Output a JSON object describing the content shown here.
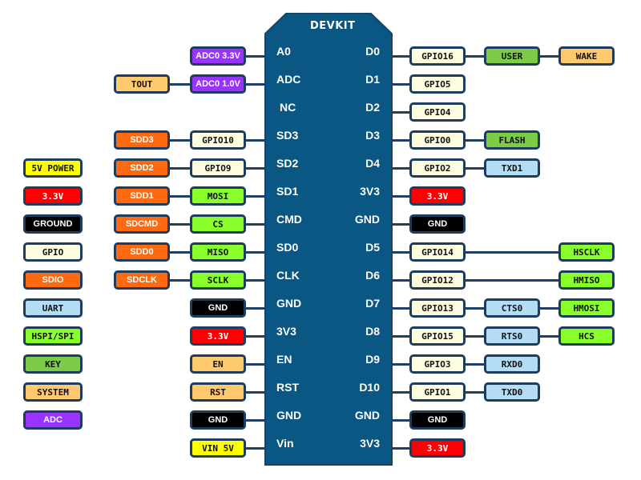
{
  "board": {
    "title": "DEVKIT",
    "left_pins": [
      "A0",
      "ADC",
      "NC",
      "SD3",
      "SD2",
      "SD1",
      "CMD",
      "SD0",
      "CLK",
      "GND",
      "3V3",
      "EN",
      "RST",
      "GND",
      "Vin"
    ],
    "right_pins": [
      "D0",
      "D1",
      "D2",
      "D3",
      "D4",
      "3V3",
      "GND",
      "D5",
      "D6",
      "D7",
      "D8",
      "D9",
      "D10",
      "GND",
      "3V3"
    ]
  },
  "colors": {
    "5v_power": "#ffff00",
    "3v3": "#ff0000",
    "ground": "#000000",
    "gpio": "#fffde0",
    "sdio": "#ff6a10",
    "uart": "#b3dcf5",
    "hspi_spi": "#88ff2a",
    "key": "#7ccc4a",
    "system": "#ffc970",
    "adc": "#9933ff",
    "board": "#0a5784",
    "wire": "#1f3f63"
  },
  "legend": [
    {
      "label": "5V POWER",
      "type": "5v_power"
    },
    {
      "label": "3.3V",
      "type": "3v3"
    },
    {
      "label": "GROUND",
      "type": "ground"
    },
    {
      "label": "GPIO",
      "type": "gpio"
    },
    {
      "label": "SDIO",
      "type": "sdio"
    },
    {
      "label": "UART",
      "type": "uart"
    },
    {
      "label": "HSPI/SPI",
      "type": "hspi_spi"
    },
    {
      "label": "KEY",
      "type": "key"
    },
    {
      "label": "SYSTEM",
      "type": "system"
    },
    {
      "label": "ADC",
      "type": "adc"
    }
  ],
  "left_rows": [
    {
      "pin": "A0",
      "inner": {
        "label": "ADC0 3.3V",
        "type": "adc"
      },
      "outer": null
    },
    {
      "pin": "ADC",
      "inner": {
        "label": "ADC0 1.0V",
        "type": "adc"
      },
      "outer": {
        "label": "TOUT",
        "type": "system"
      }
    },
    {
      "pin": "NC",
      "inner": null,
      "outer": null
    },
    {
      "pin": "SD3",
      "inner": {
        "label": "GPIO10",
        "type": "gpio"
      },
      "outer": {
        "label": "SDD3",
        "type": "sdio"
      }
    },
    {
      "pin": "SD2",
      "inner": {
        "label": "GPIO9",
        "type": "gpio"
      },
      "outer": {
        "label": "SDD2",
        "type": "sdio"
      }
    },
    {
      "pin": "SD1",
      "inner": {
        "label": "MOSI",
        "type": "hspi_spi"
      },
      "outer": {
        "label": "SDD1",
        "type": "sdio"
      }
    },
    {
      "pin": "CMD",
      "inner": {
        "label": "CS",
        "type": "hspi_spi"
      },
      "outer": {
        "label": "SDCMD",
        "type": "sdio"
      }
    },
    {
      "pin": "SD0",
      "inner": {
        "label": "MISO",
        "type": "hspi_spi"
      },
      "outer": {
        "label": "SDD0",
        "type": "sdio"
      }
    },
    {
      "pin": "CLK",
      "inner": {
        "label": "SCLK",
        "type": "hspi_spi"
      },
      "outer": {
        "label": "SDCLK",
        "type": "sdio"
      }
    },
    {
      "pin": "GND",
      "inner": {
        "label": "GND",
        "type": "ground"
      },
      "outer": null
    },
    {
      "pin": "3V3",
      "inner": {
        "label": "3.3V",
        "type": "3v3"
      },
      "outer": null
    },
    {
      "pin": "EN",
      "inner": {
        "label": "EN",
        "type": "system"
      },
      "outer": null
    },
    {
      "pin": "RST",
      "inner": {
        "label": "RST",
        "type": "system"
      },
      "outer": null
    },
    {
      "pin": "GND",
      "inner": {
        "label": "GND",
        "type": "ground"
      },
      "outer": null
    },
    {
      "pin": "Vin",
      "inner": {
        "label": "VIN 5V",
        "type": "5v_power"
      },
      "outer": null
    }
  ],
  "right_rows": [
    {
      "pin": "D0",
      "c1": {
        "label": "GPIO16",
        "type": "gpio"
      },
      "c2": {
        "label": "USER",
        "type": "key"
      },
      "c3": {
        "label": "WAKE",
        "type": "system"
      }
    },
    {
      "pin": "D1",
      "c1": {
        "label": "GPIO5",
        "type": "gpio"
      },
      "c2": null,
      "c3": null
    },
    {
      "pin": "D2",
      "c1": {
        "label": "GPIO4",
        "type": "gpio"
      },
      "c2": null,
      "c3": null
    },
    {
      "pin": "D3",
      "c1": {
        "label": "GPIO0",
        "type": "gpio"
      },
      "c2": {
        "label": "FLASH",
        "type": "key"
      },
      "c3": null
    },
    {
      "pin": "D4",
      "c1": {
        "label": "GPIO2",
        "type": "gpio"
      },
      "c2": {
        "label": "TXD1",
        "type": "uart"
      },
      "c3": null
    },
    {
      "pin": "3V3",
      "c1": {
        "label": "3.3V",
        "type": "3v3"
      },
      "c2": null,
      "c3": null
    },
    {
      "pin": "GND",
      "c1": {
        "label": "GND",
        "type": "ground"
      },
      "c2": null,
      "c3": null
    },
    {
      "pin": "D5",
      "c1": {
        "label": "GPIO14",
        "type": "gpio"
      },
      "c2": null,
      "c3": {
        "label": "HSCLK",
        "type": "hspi_spi"
      }
    },
    {
      "pin": "D6",
      "c1": {
        "label": "GPIO12",
        "type": "gpio"
      },
      "c2": null,
      "c3": {
        "label": "HMISO",
        "type": "hspi_spi"
      }
    },
    {
      "pin": "D7",
      "c1": {
        "label": "GPIO13",
        "type": "gpio"
      },
      "c2": {
        "label": "CTS0",
        "type": "uart"
      },
      "c3": {
        "label": "HMOSI",
        "type": "hspi_spi"
      }
    },
    {
      "pin": "D8",
      "c1": {
        "label": "GPIO15",
        "type": "gpio"
      },
      "c2": {
        "label": "RTS0",
        "type": "uart"
      },
      "c3": {
        "label": "HCS",
        "type": "hspi_spi"
      }
    },
    {
      "pin": "D9",
      "c1": {
        "label": "GPIO3",
        "type": "gpio"
      },
      "c2": {
        "label": "RXD0",
        "type": "uart"
      },
      "c3": null
    },
    {
      "pin": "D10",
      "c1": {
        "label": "GPIO1",
        "type": "gpio"
      },
      "c2": {
        "label": "TXD0",
        "type": "uart"
      },
      "c3": null
    },
    {
      "pin": "GND",
      "c1": {
        "label": "GND",
        "type": "ground"
      },
      "c2": null,
      "c3": null
    },
    {
      "pin": "3V3",
      "c1": {
        "label": "3.3V",
        "type": "3v3"
      },
      "c2": null,
      "c3": null
    }
  ]
}
